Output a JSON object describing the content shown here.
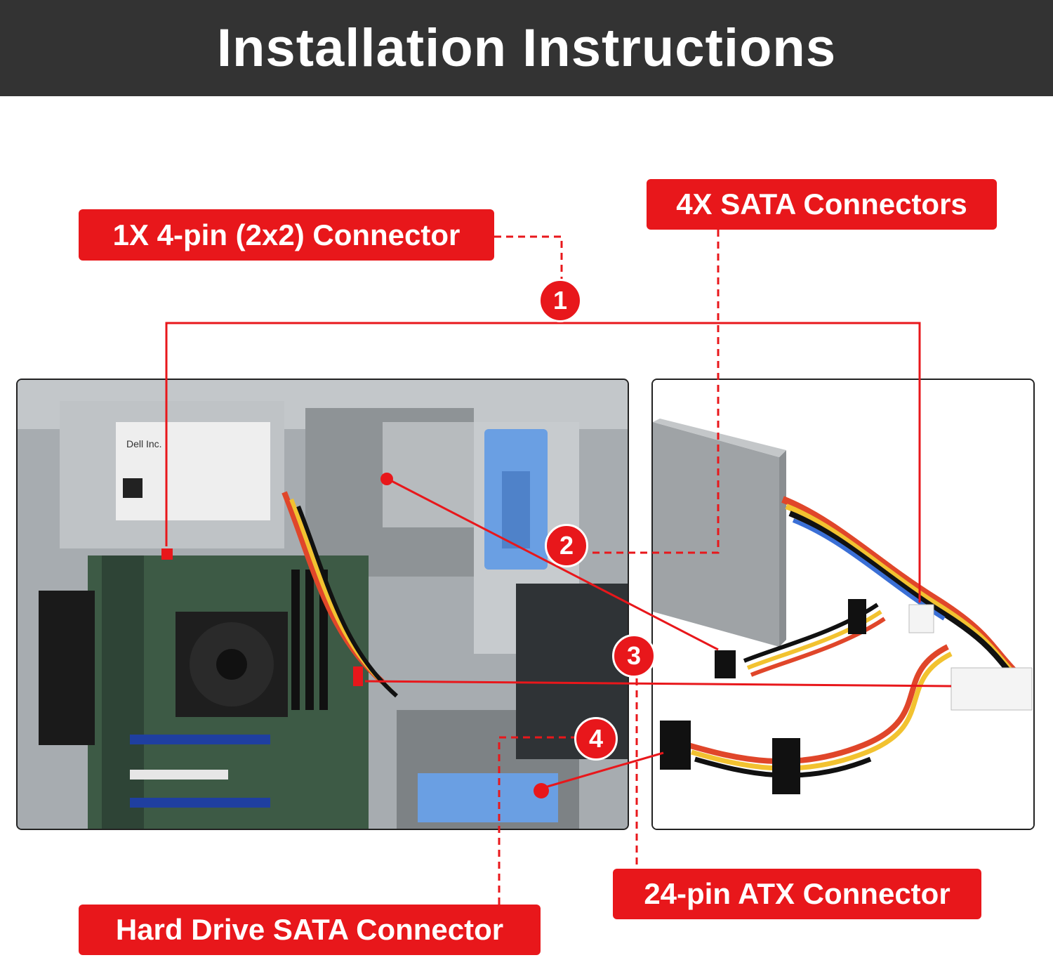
{
  "header": {
    "title": "Installation Instructions"
  },
  "labels": {
    "four_pin": "1X 4-pin (2x2) Connector",
    "sata_connectors": "4X SATA Connectors",
    "atx": "24-pin ATX Connector",
    "hdd_sata": "Hard Drive SATA Connector"
  },
  "badges": {
    "one": "1",
    "two": "2",
    "three": "3",
    "four": "4"
  },
  "photo_case_label": {
    "brand": "Dell Inc."
  },
  "colors": {
    "header_bg": "#333333",
    "accent_red": "#e8171b",
    "text_white": "#ffffff"
  }
}
